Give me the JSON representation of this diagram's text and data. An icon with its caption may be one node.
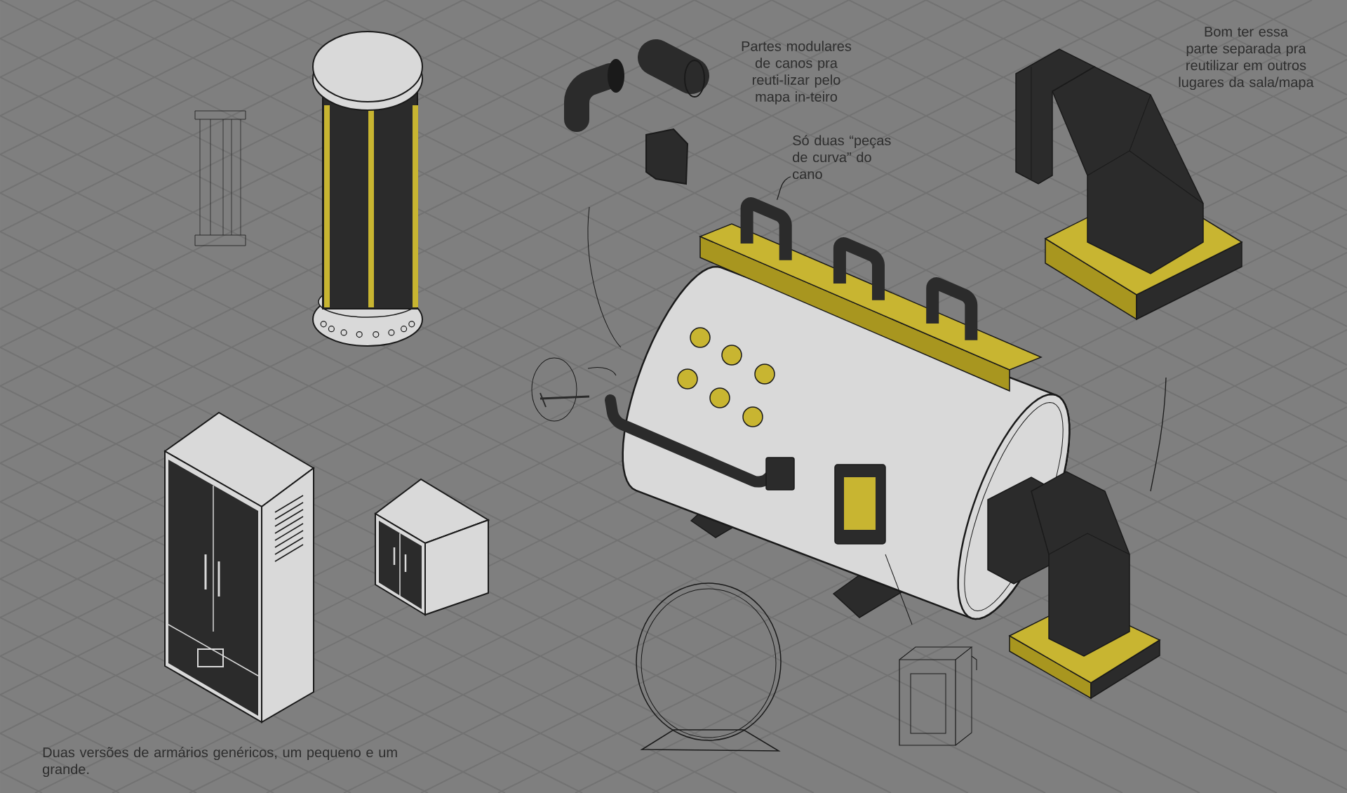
{
  "diagram": {
    "nodes": [
      {
        "text": [
          "Só duas “peças de curva” do cano"
        ]
      },
      {
        "text": [],
        "shape": "picture"
      }
    ],
    "edges": [
      {
        "from": 0,
        "to": 1,
        "arrow": "none"
      }
    ],
    "labels": [
      "Partes modulares de canos pra reuti-lizar pelo mapa in-teiro",
      "Bom ter essa parte separada pra reutilizar em outros lugares da sala/mapa",
      "Duas versões de armários genéricos, um pequeno e um grande."
    ]
  }
}
